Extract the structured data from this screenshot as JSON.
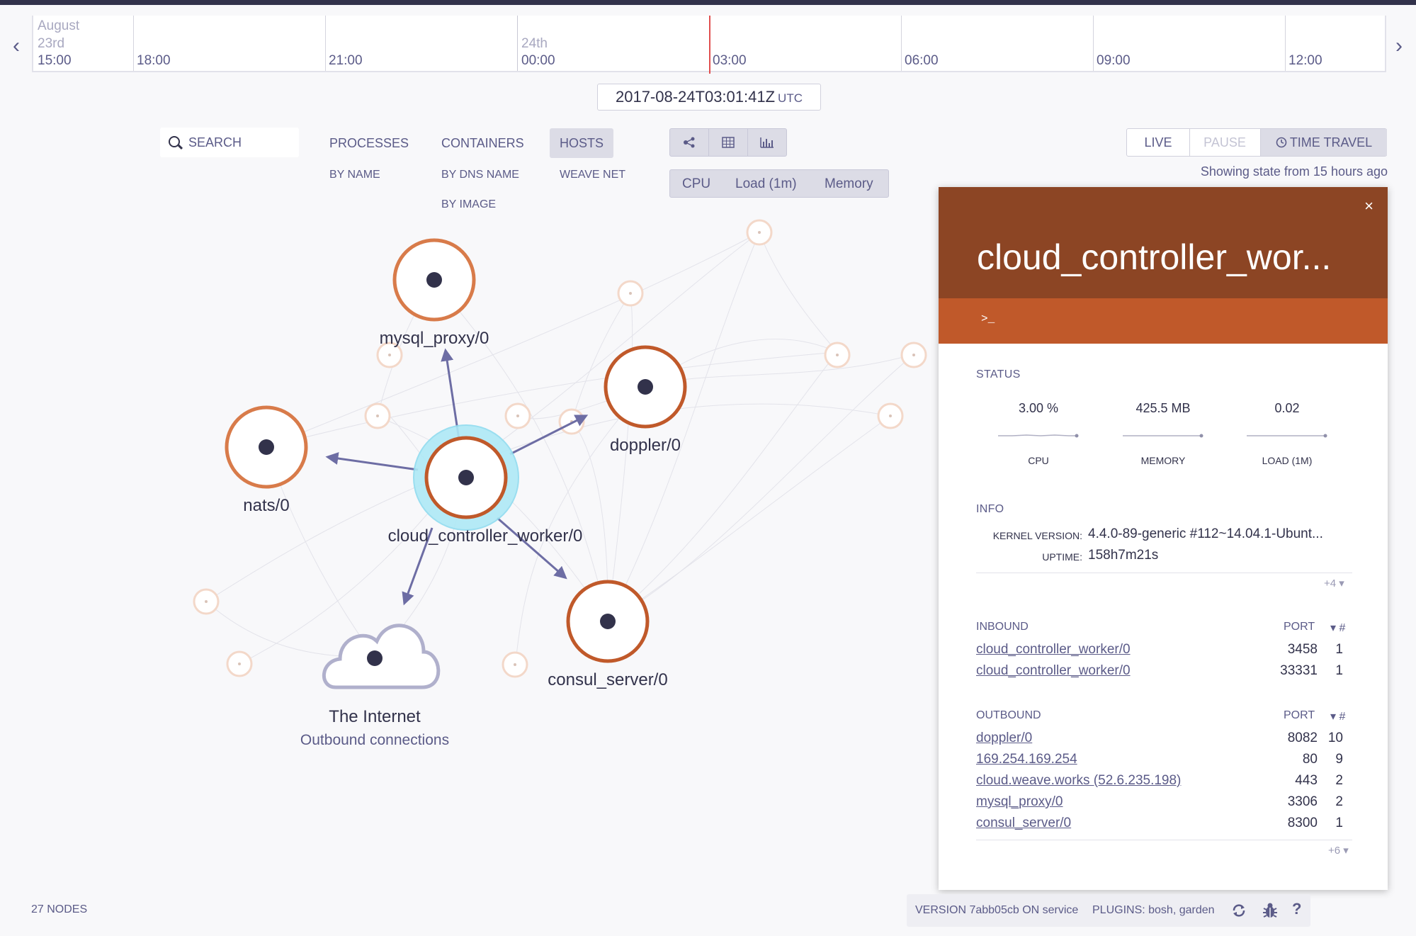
{
  "timeline": {
    "month_label": "August",
    "day_labels": [
      "23rd",
      "24th"
    ],
    "hours": [
      "15:00",
      "18:00",
      "21:00",
      "00:00",
      "03:00",
      "06:00",
      "09:00",
      "12:00"
    ],
    "nav_left": "‹",
    "nav_right": "›",
    "timestamp": "2017-08-24T03:01:41Z",
    "timezone": "UTC"
  },
  "search": {
    "label": "SEARCH",
    "icon": "search-icon"
  },
  "topologies": {
    "processes": "PROCESSES",
    "processes_by_name": "BY NAME",
    "containers": "CONTAINERS",
    "containers_by_dns": "BY DNS NAME",
    "containers_by_image": "BY IMAGE",
    "hosts": "HOSTS",
    "hosts_weave_net": "WEAVE NET"
  },
  "view_modes": [
    "graph-icon",
    "table-icon",
    "resources-icon"
  ],
  "metric_selector": {
    "cpu": "CPU",
    "load": "Load (1m)",
    "memory": "Memory"
  },
  "time_controls": {
    "live": "LIVE",
    "pause": "PAUSE",
    "time_travel": "TIME TRAVEL",
    "time_travel_icon": "clock-icon",
    "status": "Showing state from 15 hours ago"
  },
  "graph": {
    "nodes": {
      "mysql_proxy": "mysql_proxy/0",
      "nats": "nats/0",
      "doppler": "doppler/0",
      "ccw": "cloud_controller_worker/0",
      "consul_server": "consul_server/0",
      "internet": "The Internet",
      "internet_sub": "Outbound connections"
    },
    "colors": {
      "ring": "#d87b4a",
      "accent": "#c0592a",
      "selected_halo": "#aee9f6",
      "edge": "#7777aa"
    }
  },
  "details": {
    "title": "cloud_controller_wor...",
    "close": "×",
    "terminal_icon": ">_",
    "header_color": "#8c4524",
    "controls_color": "#c0592a",
    "status_heading": "STATUS",
    "metrics": [
      {
        "value": "3.00 %",
        "label": "CPU"
      },
      {
        "value": "425.5 MB",
        "label": "MEMORY"
      },
      {
        "value": "0.02",
        "label": "LOAD (1M)"
      }
    ],
    "info_heading": "INFO",
    "kernel_key": "KERNEL VERSION:",
    "kernel_val": "4.4.0-89-generic #112~14.04.1-Ubunt...",
    "uptime_key": "UPTIME:",
    "uptime_val": "158h7m21s",
    "info_more": "+4",
    "inbound": {
      "heading": "INBOUND",
      "port_heading": "PORT",
      "count_heading": "#",
      "rows": [
        {
          "name": "cloud_controller_worker/0",
          "port": "3458",
          "count": "1"
        },
        {
          "name": "cloud_controller_worker/0",
          "port": "33331",
          "count": "1"
        }
      ]
    },
    "outbound": {
      "heading": "OUTBOUND",
      "port_heading": "PORT",
      "count_heading": "#",
      "rows": [
        {
          "name": "doppler/0",
          "port": "8082",
          "count": "10"
        },
        {
          "name": "169.254.169.254",
          "port": "80",
          "count": "9"
        },
        {
          "name": "cloud.weave.works (52.6.235.198)",
          "port": "443",
          "count": "2"
        },
        {
          "name": "mysql_proxy/0",
          "port": "3306",
          "count": "2"
        },
        {
          "name": "consul_server/0",
          "port": "8300",
          "count": "1"
        }
      ],
      "more": "+6"
    }
  },
  "footer": {
    "nodes": "27 NODES",
    "version": "VERSION 7abb05cb ON service",
    "plugins": "PLUGINS: bosh, garden",
    "icons": [
      "refresh-icon",
      "bug-icon",
      "help-icon"
    ]
  }
}
